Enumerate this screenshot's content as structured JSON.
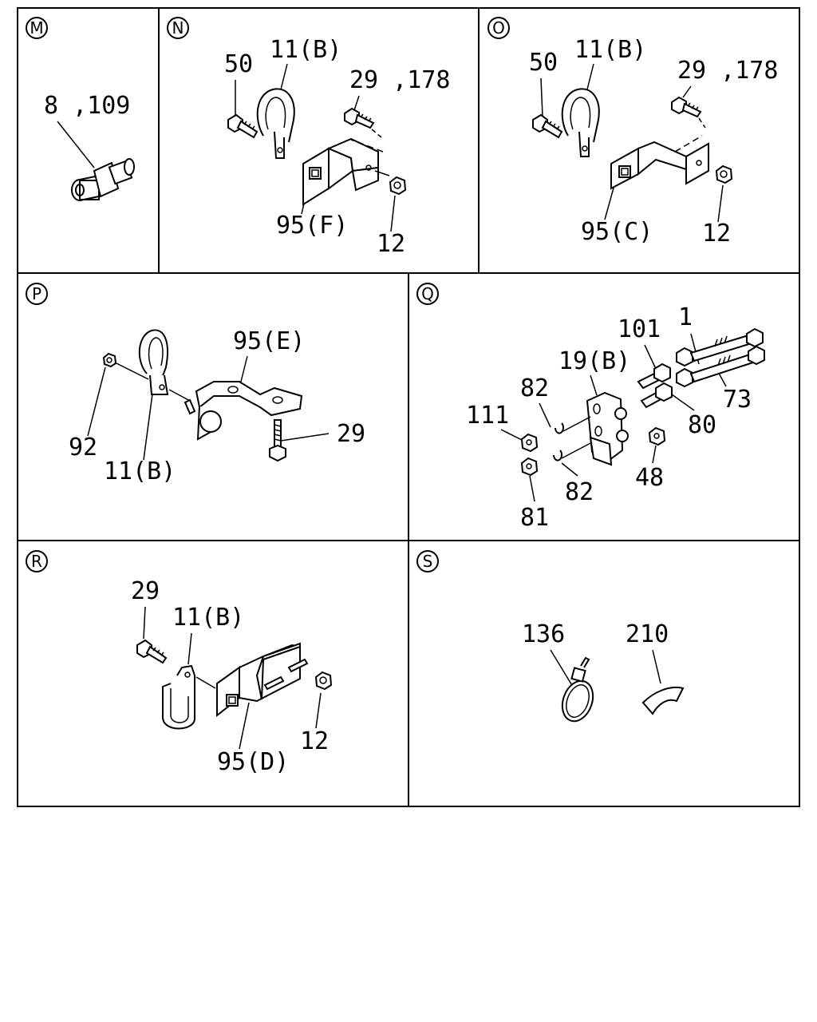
{
  "panels": [
    {
      "id": "M",
      "parts": [
        "8 ,109"
      ]
    },
    {
      "id": "N",
      "parts": [
        "50",
        "11(B)",
        "29 ,178",
        "95(F)",
        "12"
      ]
    },
    {
      "id": "O",
      "parts": [
        "50",
        "11(B)",
        "29 ,178",
        "95(C)",
        "12"
      ]
    },
    {
      "id": "P",
      "parts": [
        "95(E)",
        "92",
        "11(B)",
        "29"
      ]
    },
    {
      "id": "Q",
      "parts": [
        "1",
        "101",
        "19(B)",
        "82",
        "73",
        "111",
        "80",
        "82",
        "48",
        "81"
      ]
    },
    {
      "id": "R",
      "parts": [
        "29",
        "11(B)",
        "12",
        "95(D)"
      ]
    },
    {
      "id": "S",
      "parts": [
        "136",
        "210"
      ]
    }
  ]
}
